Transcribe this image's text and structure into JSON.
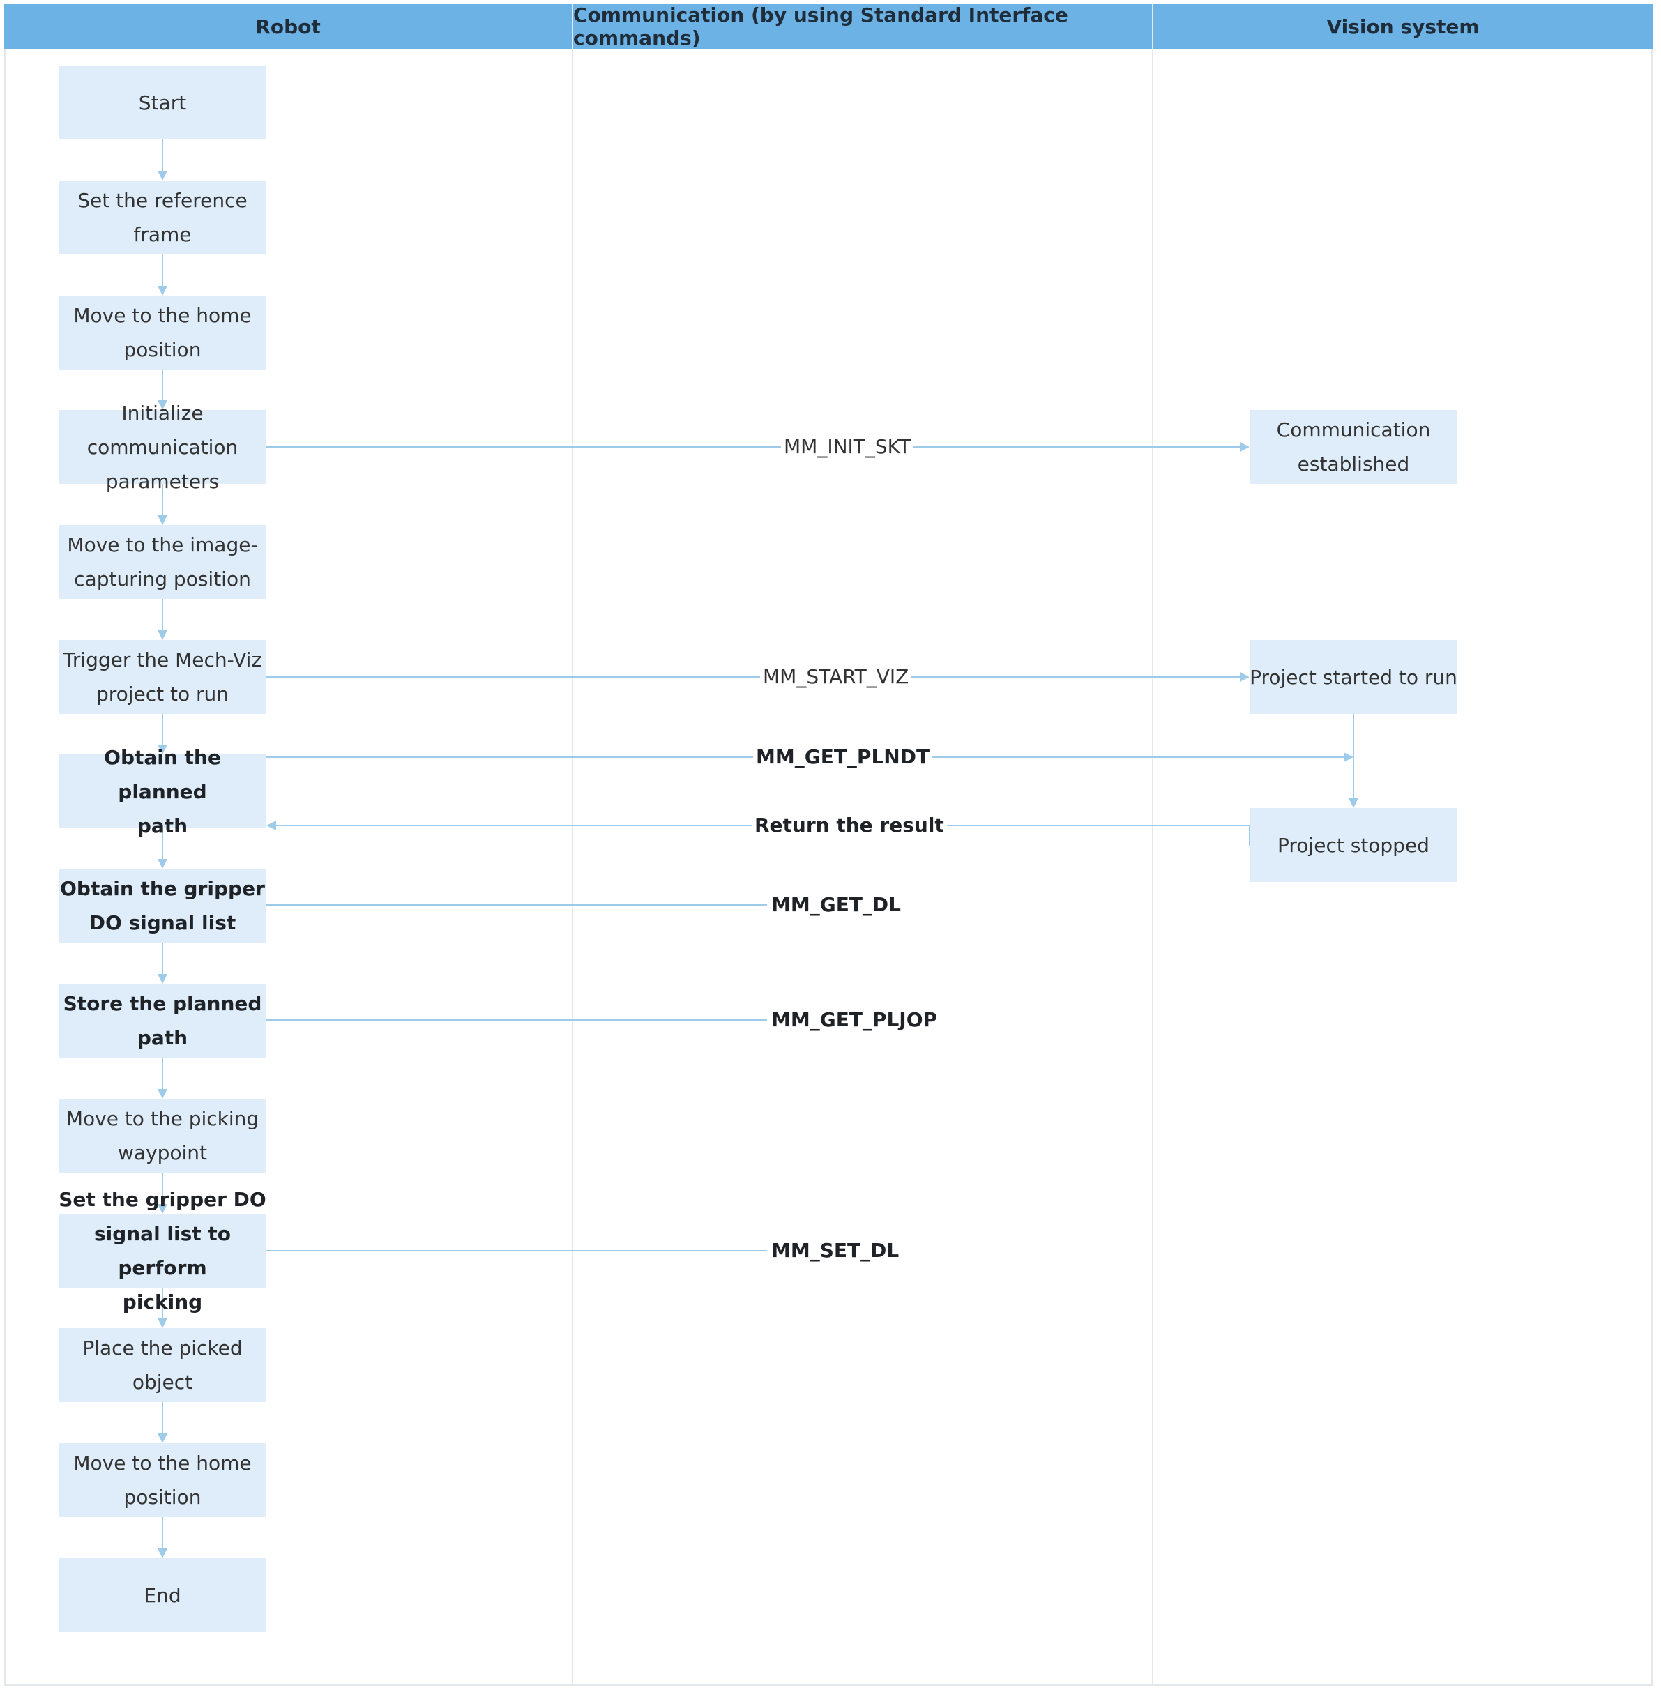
{
  "lanes": {
    "robot": "Robot",
    "communication": "Communication (by using Standard Interface commands)",
    "vision": "Vision system"
  },
  "robot_steps": [
    {
      "id": "start",
      "label": "Start",
      "bold": false
    },
    {
      "id": "set-reference-frame",
      "label": "Set the reference frame",
      "bold": false
    },
    {
      "id": "move-home-1",
      "label": "Move to the home position",
      "bold": false
    },
    {
      "id": "init-comm",
      "label": "Initialize communication parameters",
      "bold": false
    },
    {
      "id": "move-capture",
      "label": "Move to the image-capturing position",
      "bold": false
    },
    {
      "id": "trigger-project",
      "label": "Trigger the Mech-Viz project to run",
      "bold": false
    },
    {
      "id": "obtain-path",
      "label": "Obtain the planned path",
      "bold": true
    },
    {
      "id": "obtain-do-list",
      "label": "Obtain the gripper DO signal list",
      "bold": true
    },
    {
      "id": "store-path",
      "label": "Store the planned path",
      "bold": true
    },
    {
      "id": "move-picking",
      "label": "Move to the picking waypoint",
      "bold": false
    },
    {
      "id": "set-do-list",
      "label": "Set the gripper DO signal list to perform picking",
      "bold": true
    },
    {
      "id": "place-object",
      "label": "Place the picked object",
      "bold": false
    },
    {
      "id": "move-home-2",
      "label": "Move to the home position",
      "bold": false
    },
    {
      "id": "end",
      "label": "End",
      "bold": false
    }
  ],
  "vision_steps": [
    {
      "id": "comm-established",
      "label": "Communication established"
    },
    {
      "id": "project-started",
      "label": "Project started to run"
    },
    {
      "id": "project-stopped",
      "label": "Project stopped"
    }
  ],
  "commands": [
    {
      "id": "mm-init-skt",
      "label": "MM_INIT_SKT",
      "bold": false
    },
    {
      "id": "mm-start-viz",
      "label": "MM_START_VIZ",
      "bold": false
    },
    {
      "id": "mm-get-plndt",
      "label": "MM_GET_PLNDT",
      "bold": true
    },
    {
      "id": "return-result",
      "label": "Return the result",
      "bold": true
    },
    {
      "id": "mm-get-dl",
      "label": "MM_GET_DL",
      "bold": true
    },
    {
      "id": "mm-get-pljop",
      "label": "MM_GET_PLJOP",
      "bold": true
    },
    {
      "id": "mm-set-dl",
      "label": "MM_SET_DL",
      "bold": true
    }
  ],
  "colors": {
    "header": "#6db2e4",
    "node": "#deedf9",
    "line": "#9fcbea",
    "border": "#e3e8ed"
  }
}
